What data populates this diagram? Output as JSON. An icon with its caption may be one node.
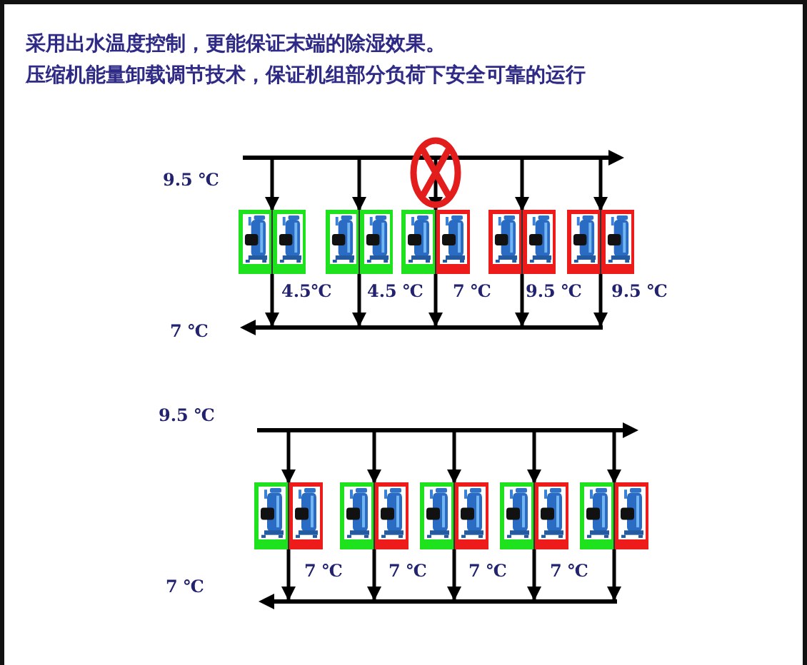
{
  "diagram": {
    "nodes": [
      {
        "text": [],
        "shape": "bar",
        "beside": [
          "9.5 ℃"
        ]
      },
      {
        "text": [],
        "shape": "picture"
      },
      {
        "text": [],
        "shape": "picture"
      },
      {
        "text": [],
        "shape": "picture"
      },
      {
        "text": [],
        "shape": "picture"
      },
      {
        "text": [],
        "shape": "picture"
      },
      {
        "text": [],
        "shape": "bar",
        "beside": [
          "7 ℃"
        ]
      },
      {
        "text": [],
        "shape": "bar",
        "beside": [
          "9.5 ℃"
        ]
      },
      {
        "text": [],
        "shape": "picture"
      },
      {
        "text": [],
        "shape": "picture"
      },
      {
        "text": [],
        "shape": "picture"
      },
      {
        "text": [],
        "shape": "picture"
      },
      {
        "text": [],
        "shape": "picture"
      },
      {
        "text": [],
        "shape": "bar",
        "beside": [
          "7 ℃"
        ]
      }
    ],
    "edges": [
      {
        "from": 0,
        "to": 1,
        "arrow": "to"
      },
      {
        "from": 0,
        "to": 2,
        "arrow": "to"
      },
      {
        "from": 0,
        "to": 3,
        "arrow": "to"
      },
      {
        "from": 0,
        "to": 4,
        "arrow": "to"
      },
      {
        "from": 0,
        "to": 5,
        "arrow": "to"
      },
      {
        "from": 1,
        "to": 6,
        "arrow": "to",
        "label": "4.5℃"
      },
      {
        "from": 2,
        "to": 6,
        "arrow": "to",
        "label": "4.5 ℃"
      },
      {
        "from": 3,
        "to": 6,
        "arrow": "to",
        "label": "7 ℃"
      },
      {
        "from": 4,
        "to": 6,
        "arrow": "to",
        "label": "9.5 ℃"
      },
      {
        "from": 5,
        "to": 6,
        "arrow": "to",
        "label": "9.5 ℃"
      },
      {
        "from": 7,
        "to": 8,
        "arrow": "to"
      },
      {
        "from": 7,
        "to": 9,
        "arrow": "to"
      },
      {
        "from": 7,
        "to": 10,
        "arrow": "to"
      },
      {
        "from": 7,
        "to": 11,
        "arrow": "to"
      },
      {
        "from": 7,
        "to": 12,
        "arrow": "to"
      },
      {
        "from": 8,
        "to": 13,
        "arrow": "to",
        "label": "7 ℃"
      },
      {
        "from": 9,
        "to": 13,
        "arrow": "to",
        "label": "7 ℃"
      },
      {
        "from": 10,
        "to": 13,
        "arrow": "to",
        "label": "7 ℃"
      },
      {
        "from": 11,
        "to": 13,
        "arrow": "to",
        "label": "7 ℃"
      },
      {
        "from": 12,
        "to": 13,
        "arrow": "to"
      }
    ],
    "labels": [
      "采用出水温度控制，更能保证末端的除湿效果。",
      "压缩机能量卸载调节技术，保证机组部分负荷下安全可靠的运行"
    ]
  }
}
